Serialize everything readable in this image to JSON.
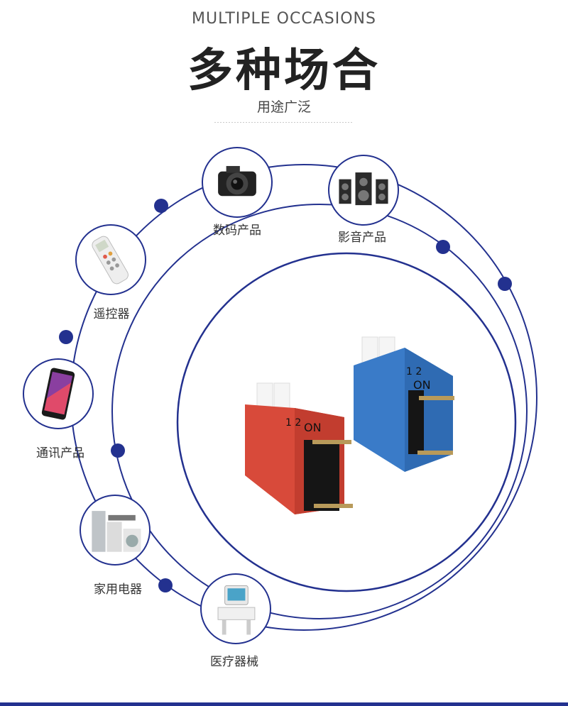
{
  "header": {
    "subtitle_en": "MULTIPLE OCCASIONS",
    "title_cn": "多种场合",
    "tagline": "用途广泛"
  },
  "colors": {
    "accent": "#23318f",
    "switch_red": "#d84a3a",
    "switch_blue": "#3a7bc8"
  },
  "applications": [
    {
      "label": "数码产品",
      "icon": "camera-icon"
    },
    {
      "label": "影音产品",
      "icon": "speakers-icon"
    },
    {
      "label": "遥控器",
      "icon": "remote-control-icon"
    },
    {
      "label": "通讯产品",
      "icon": "smartphone-icon"
    },
    {
      "label": "家用电器",
      "icon": "home-appliances-icon"
    },
    {
      "label": "医疗器械",
      "icon": "medical-device-icon"
    }
  ],
  "product": {
    "marking_numbers": "1  2",
    "marking_on": "ON"
  }
}
